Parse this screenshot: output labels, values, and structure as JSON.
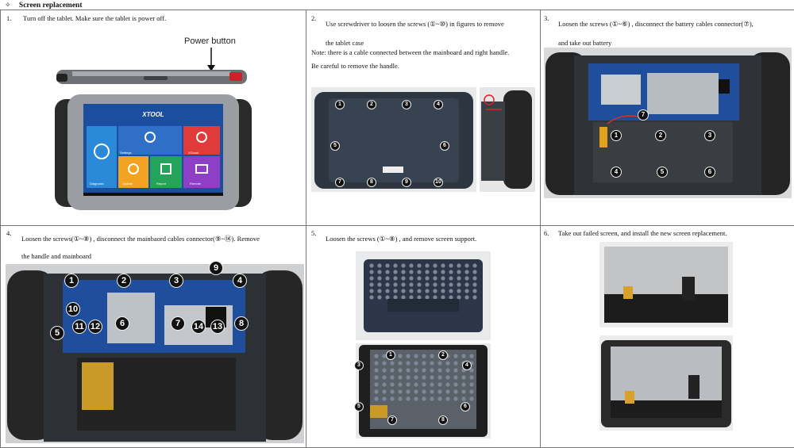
{
  "header": {
    "bullet": "✧",
    "title": "Screen replacement"
  },
  "steps": [
    {
      "num": "1.",
      "lines": [
        "Turn off the tablet. Make sure the tablet is power off."
      ],
      "power_label": "Power button"
    },
    {
      "num": "2.",
      "lines": [
        "Use screwdriver to loosen the screws (①~⑩) in figures to remove",
        "the tablet case"
      ],
      "note": [
        "Note: there is a cable connected between the mainboard and right handle.",
        "Be careful to remove the handle."
      ]
    },
    {
      "num": "3.",
      "lines": [
        "Loosen the screws (①~⑥) , disconnect the battery cables connector(⑦),",
        "and take out battery"
      ]
    },
    {
      "num": "4.",
      "lines": [
        "Loosen the screws(①~⑧) , disconnect the mainbaord cables connector(⑨~⑭). Remove",
        "the handle and mainboard"
      ]
    },
    {
      "num": "5.",
      "lines": [
        "Loosen the screws (①~⑧) , and remove screen support."
      ]
    },
    {
      "num": "6.",
      "lines": [
        "Take out failed screen, and install the new screen replacement."
      ]
    }
  ],
  "screen_ui": {
    "brand": "XTOOL",
    "tiles": [
      "Settings",
      "XCloud",
      "Diagnosis",
      "Update",
      "Report",
      "Remote"
    ]
  },
  "markers": {
    "step2": [
      "1",
      "2",
      "3",
      "4",
      "5",
      "6",
      "7",
      "8",
      "9",
      "10"
    ],
    "step3": [
      "1",
      "2",
      "3",
      "4",
      "5",
      "6",
      "7"
    ],
    "step4": [
      "1",
      "2",
      "3",
      "4",
      "5",
      "6",
      "7",
      "8",
      "9",
      "10",
      "11",
      "12",
      "13",
      "14"
    ],
    "step5": [
      "1",
      "2",
      "3",
      "4",
      "5",
      "6",
      "7",
      "8"
    ]
  },
  "colors": {
    "handle": "#2a2a2a",
    "frame": "#9a9da1",
    "screen_bg": "#1e5fb8",
    "settings": "#2f6fc7",
    "xcloud": "#e03a3a",
    "diagnosis": "#2b8ad8",
    "update": "#f2a320",
    "report": "#24a35a",
    "remote": "#8e3fc6",
    "board": "#1f4f9c"
  }
}
